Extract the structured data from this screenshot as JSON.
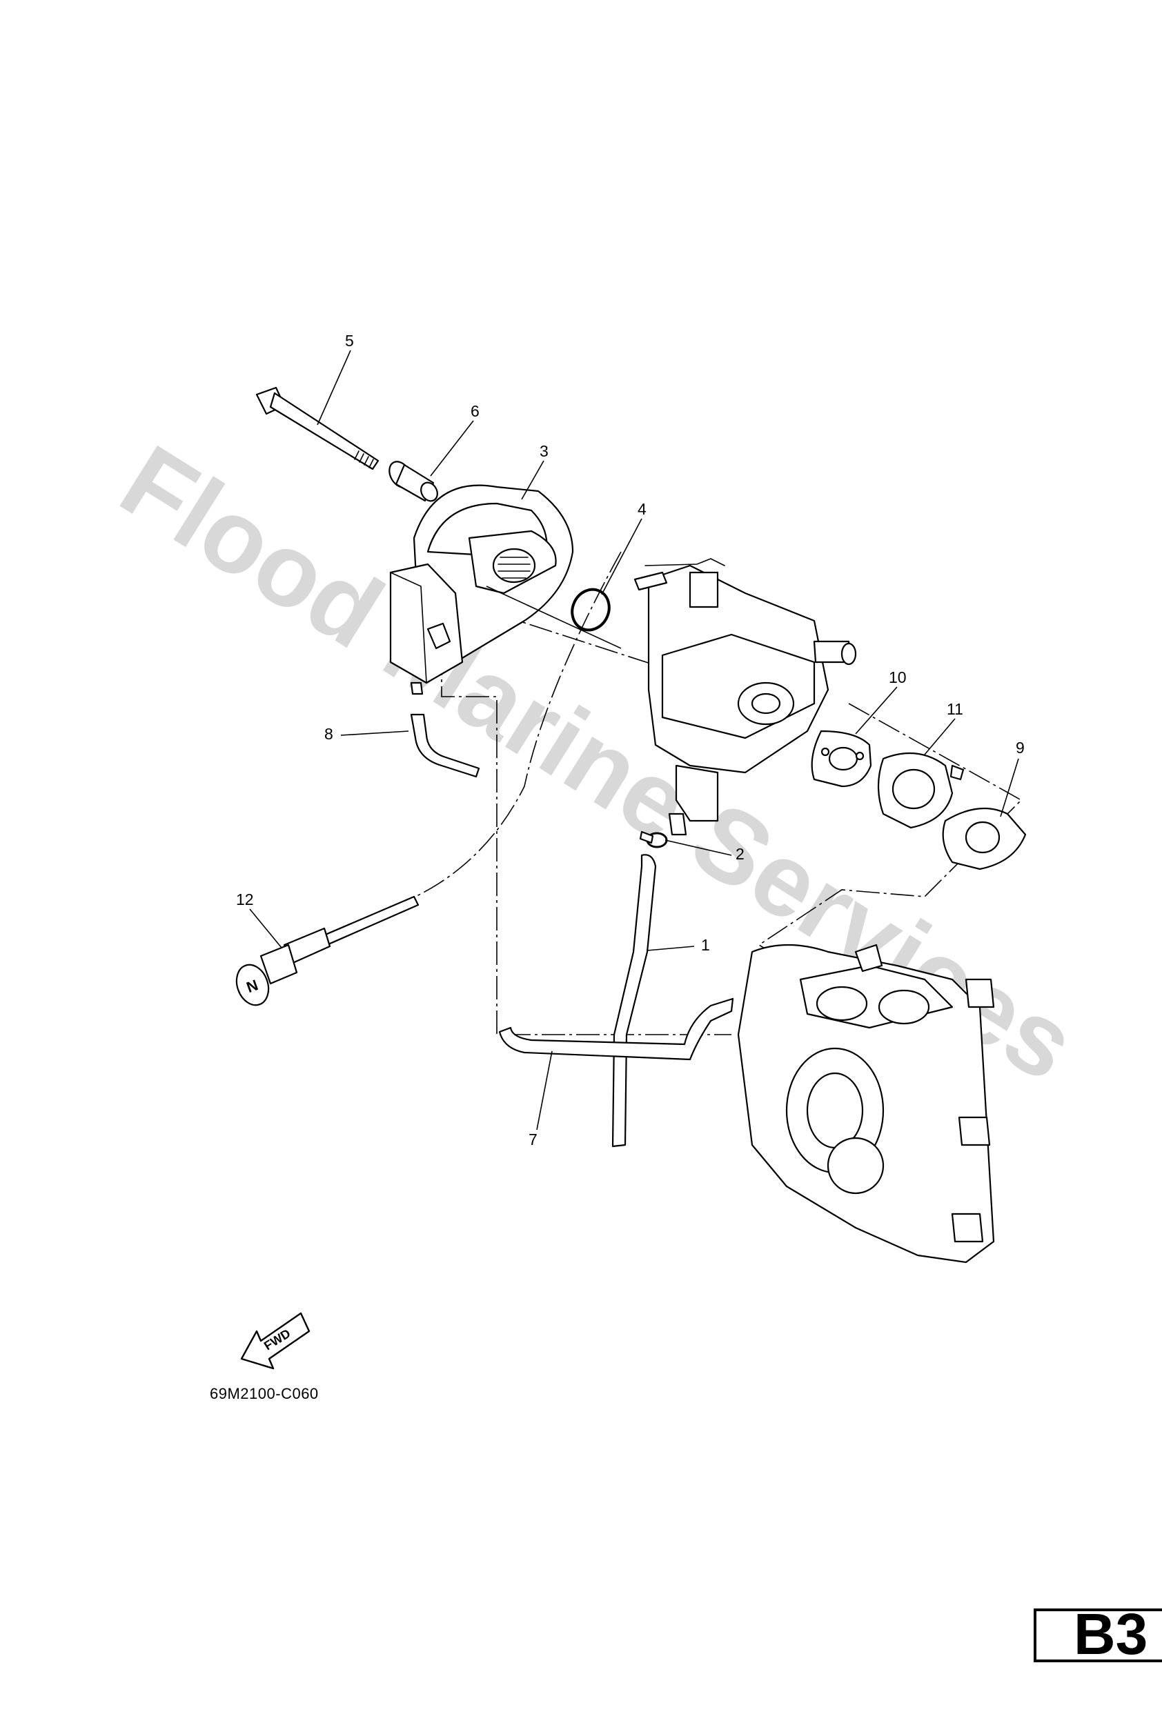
{
  "watermark": "Flood Marine Services",
  "callouts": [
    "1",
    "2",
    "3",
    "4",
    "5",
    "6",
    "7",
    "8",
    "9",
    "10",
    "11",
    "12"
  ],
  "arrow_label": "FWD",
  "neutral_mark": "N",
  "diagram_code": "69M2100-C060",
  "page_ref": "B3"
}
